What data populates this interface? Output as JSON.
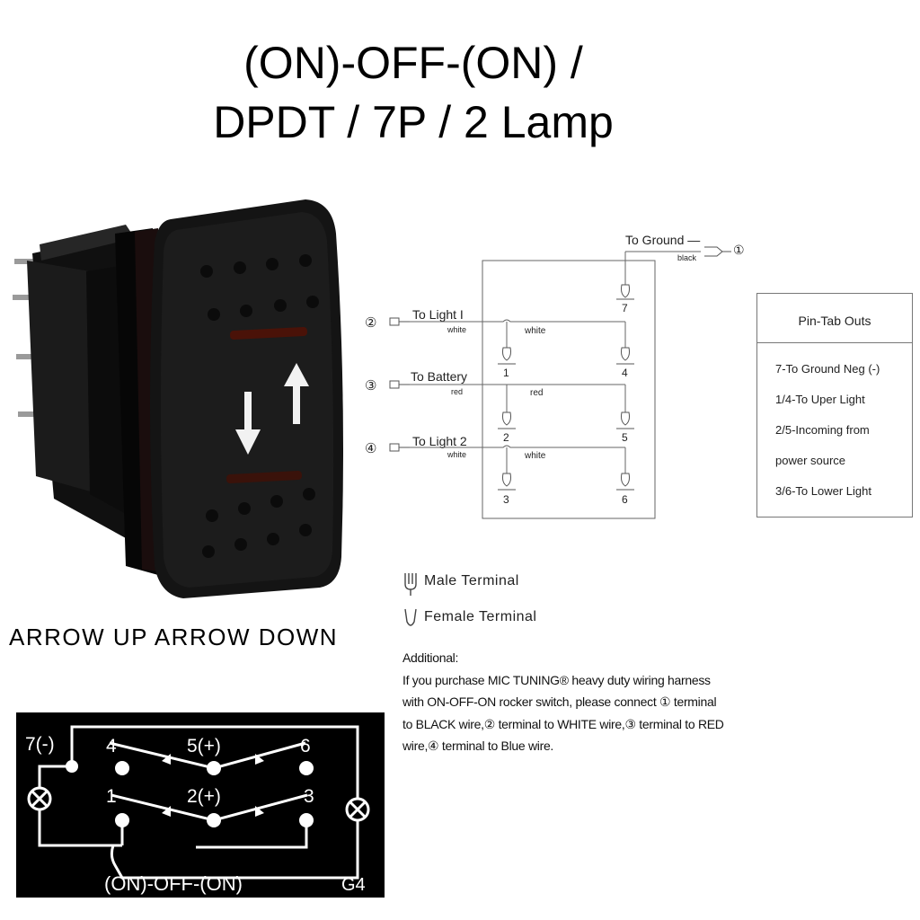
{
  "title": {
    "line1": "(ON)-OFF-(ON) /",
    "line2": "DPDT / 7P / 2 Lamp"
  },
  "wiring": {
    "ground_label": "To Ground —",
    "ground_wire": "black",
    "ground_num": "①",
    "light1_num": "②",
    "light1_label": "To Light I",
    "light1_wire": "white",
    "light1_wire2": "white",
    "battery_num": "③",
    "battery_label": "To Battery",
    "battery_wire": "red",
    "battery_wire2": "red",
    "light2_num": "④",
    "light2_label": "To Light 2",
    "light2_wire": "white",
    "light2_wire2": "white",
    "pins": [
      "7",
      "1",
      "4",
      "2",
      "5",
      "3",
      "6"
    ]
  },
  "pin_tab_outs": {
    "title": "Pin-Tab Outs",
    "lines": [
      "7-To Ground Neg (-)",
      "1/4-To Uper Light",
      "2/5-Incoming from",
      "power source",
      "3/6-To Lower Light"
    ]
  },
  "legend": {
    "male": "Male Terminal",
    "female": "Female Terminal"
  },
  "additional": {
    "heading": "Additional:",
    "text": "If you purchase MIC TUNING® heavy duty wiring harness with ON-OFF-ON  rocker switch, please connect ① terminal to BLACK wire,② terminal to WHITE wire,③ terminal to RED wire,④ terminal to Blue wire."
  },
  "arrow_caption": "ARROW UP ARROW DOWN",
  "schematic": {
    "pin7": "7(-)",
    "pin4": "4",
    "pin5": "5(+)",
    "pin6": "6",
    "pin1": "1",
    "pin2": "2(+)",
    "pin3": "3",
    "mode": "(ON)-OFF-(ON)",
    "code": "G4"
  }
}
